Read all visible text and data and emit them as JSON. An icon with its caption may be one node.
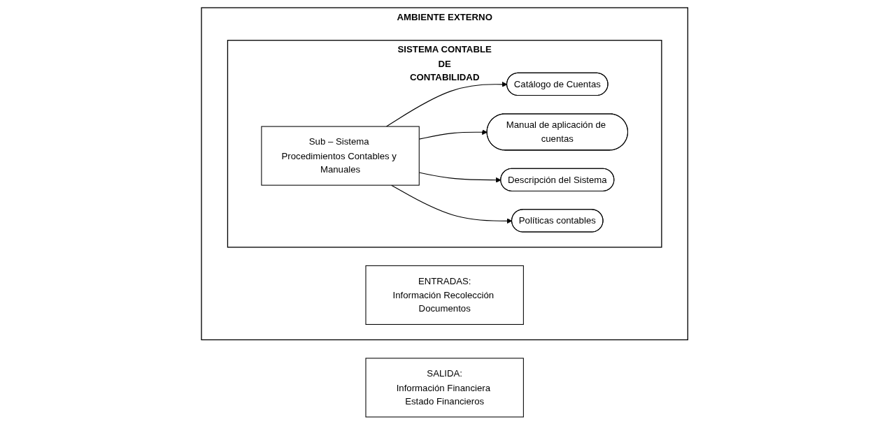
{
  "diagram": {
    "nodes": [
      {
        "text": [
          "AMBIENTE EXTERNO"
        ]
      },
      {
        "text": [
          "SISTEMA CONTABLE",
          "DE",
          "CONTABILIDAD"
        ],
        "in": 0
      },
      {
        "text": [
          "ENTRADAS:",
          "Información Recolección Documentos"
        ],
        "in": 0
      },
      {
        "text": [
          "Catálogo de Cuentas"
        ],
        "in": 1
      },
      {
        "text": [
          "Manual de aplicación de cuentas"
        ],
        "in": 1
      },
      {
        "text": [
          "Descripción del Sistema"
        ],
        "in": 1
      },
      {
        "text": [
          "Políticas contables"
        ],
        "in": 1
      },
      {
        "text": [
          "Sub – Sistema Procedimientos Contables y Manuales"
        ],
        "in": 1
      },
      {
        "text": [
          "SALIDA:",
          "Información Financiera Estado Financieros"
        ]
      }
    ],
    "edges": [
      {
        "from": 7,
        "to": 3,
        "arrow": "to"
      },
      {
        "from": 7,
        "to": 4,
        "arrow": "to"
      },
      {
        "from": 7,
        "to": 5,
        "arrow": "to"
      },
      {
        "from": 7,
        "to": 6,
        "arrow": "to"
      }
    ]
  }
}
